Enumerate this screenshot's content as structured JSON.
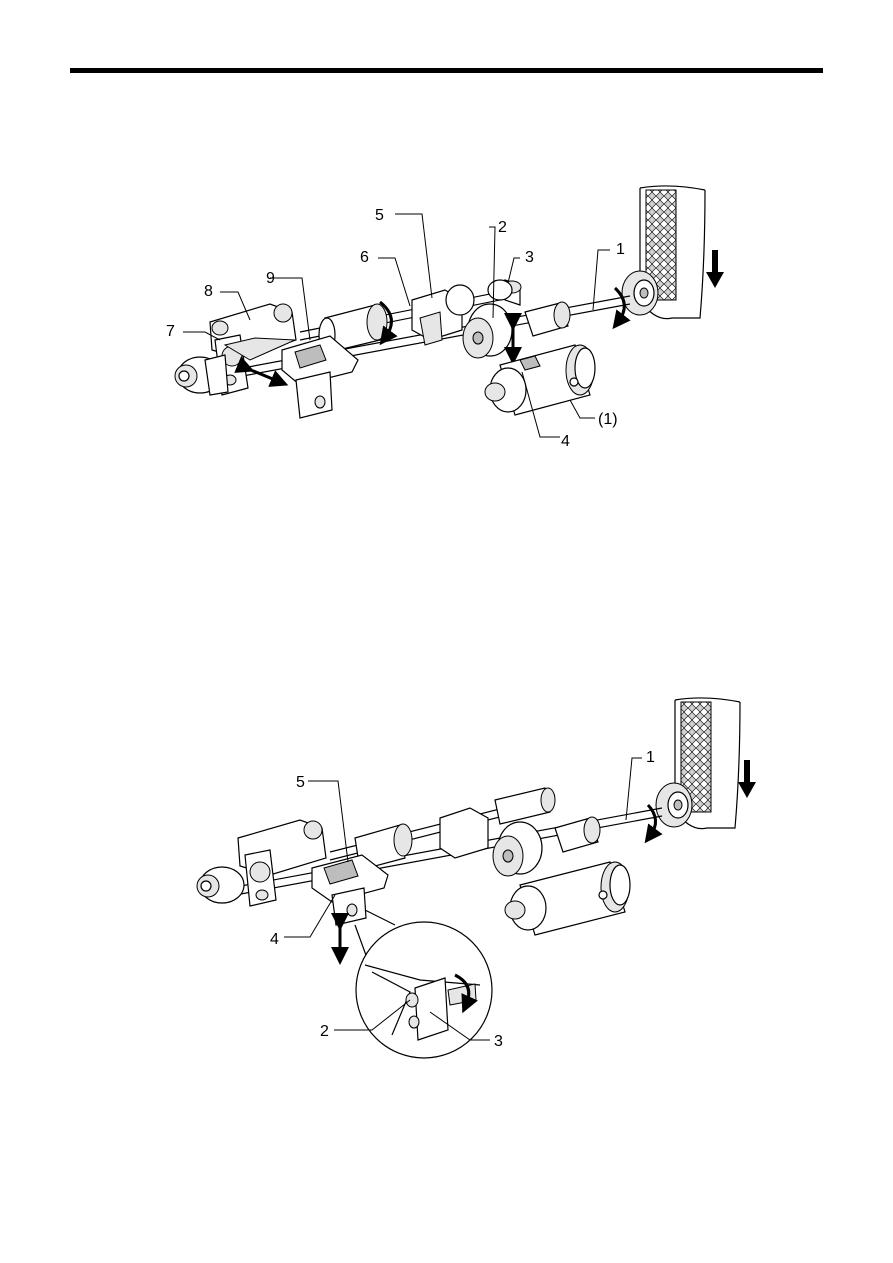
{
  "figure_top": {
    "callouts": {
      "c1": "1",
      "c2": "2",
      "c3": "3",
      "c4": "4",
      "c5": "5",
      "c6": "6",
      "c7": "7",
      "c8": "8",
      "c9": "9",
      "cp1": "(1)"
    }
  },
  "figure_bottom": {
    "callouts": {
      "c1": "1",
      "c2": "2",
      "c3": "3",
      "c4": "4",
      "c5": "5"
    }
  }
}
